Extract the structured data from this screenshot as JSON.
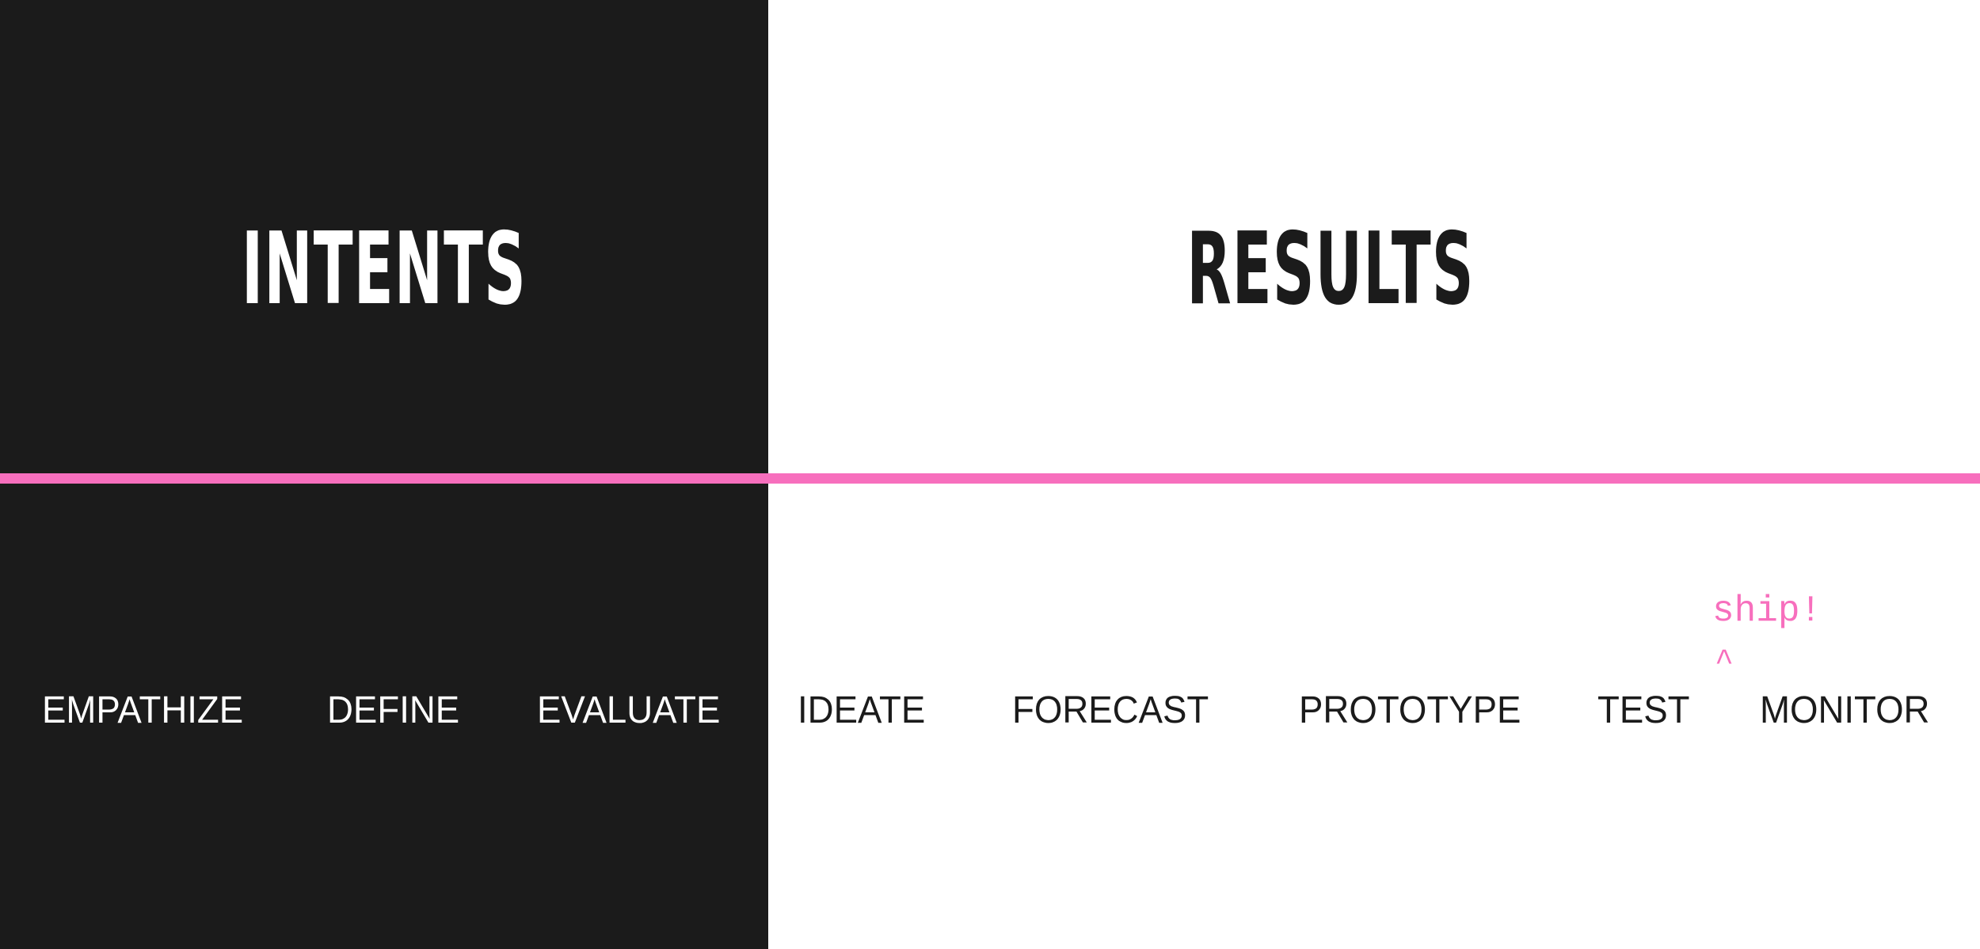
{
  "colors": {
    "dark_panel": "#1b1b1b",
    "light_panel": "#ffffff",
    "accent": "#f76fbd",
    "text_on_dark": "#ffffff",
    "text_on_light": "#1b1b1b"
  },
  "headings": {
    "left": "INTENTS",
    "right": "RESULTS"
  },
  "steps": [
    "EMPATHIZE",
    "DEFINE",
    "EVALUATE",
    "IDEATE",
    "FORECAST",
    "PROTOTYPE",
    "TEST",
    "MONITOR"
  ],
  "annotation": {
    "text": "ship!",
    "marker": "^"
  }
}
